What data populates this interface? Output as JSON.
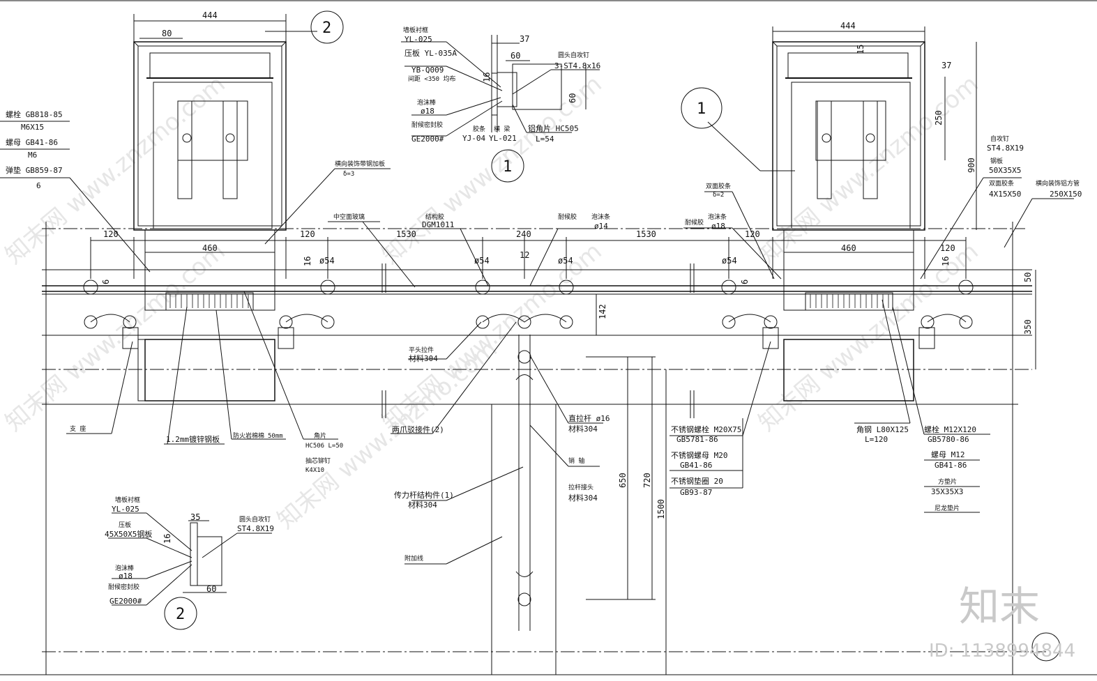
{
  "watermark": {
    "brand_cn": "知末",
    "id_text": "ID: 1138994844",
    "diag_text": "知末网 www.znzmo.com"
  },
  "dims": {
    "top_444_left": "444",
    "top_80": "80",
    "top_444_right": "444",
    "left_120": "120",
    "left_460": "460",
    "left_120b": "120",
    "mid_1530a": "1530",
    "mid_240": "240",
    "mid_1530b": "1530",
    "right_120": "120",
    "right_460": "460",
    "right_120b": "120",
    "d16a": "16",
    "phi54a": "ø54",
    "phi54b": "ø54",
    "d12": "12",
    "phi54c": "ø54",
    "phi54d": "ø54",
    "d16b": "16",
    "d6a": "6",
    "d6b": "6",
    "d142": "142",
    "d50": "50",
    "d350": "350",
    "d900": "900",
    "d250": "250",
    "d37r": "37",
    "d15": "15",
    "d650": "650",
    "d720": "720",
    "d1500": "1500",
    "d1_37": "37",
    "d1_60": "60",
    "d1_60v": "60",
    "d1_16": "16",
    "d2_35": "35",
    "d2_16": "16",
    "d2_60": "60"
  },
  "bubbles": {
    "top_left_2": "2",
    "right_1": "1",
    "detail_1": "1",
    "detail_2": "2"
  },
  "labels": {
    "bolt_gb818": "螺栓 GB818-85",
    "m6x15": "M6X15",
    "nut_gb41": "螺母 GB41-86",
    "m6": "M6",
    "washer_gb859": "弹垫 GB859-87",
    "w6": "6",
    "plate_left": "横向装饰带钢加板",
    "d3": "δ=3",
    "glass_mid": "中空面玻璃",
    "struct_sealant": "结构胶",
    "dgm": "DGM1011",
    "weather_seal": "耐候胶",
    "foam": "泡沫条",
    "phi14": "ø14",
    "dbl_tape_r": "双面胶条",
    "d2": "δ=2",
    "weather_r": "耐候胶",
    "foam_r": "泡沫条",
    "phi18_r": "ø18",
    "self_screw": "自攻钉",
    "st48x19": "ST4.8X19",
    "steel_plate": "钢板",
    "p50x35x5": "50X35X5",
    "dbl_tape_r2": "双面胶条",
    "t4x15x50": "4X15X50",
    "deco_tube": "横向装饰铝方管",
    "tube250": "250X150",
    "flat_head": "平头拉件",
    "mat304a": "材料304",
    "support": "支  座",
    "steel_12": "1.2mm镀锌钢板",
    "rock_wool": "防火岩棉棉",
    "rock_50": "50mm",
    "alu_c": "角片",
    "hc506": "HC506 L=50",
    "pull_rivet": "抽芯铆钉",
    "k4x10": "K4X10",
    "two_claw": "两爪驳接件(2)",
    "rod_phi16": "直拉杆 ø16",
    "mat304b": "材料304",
    "axis": "销  轴",
    "tension_joint": "拉杆接头",
    "mat304c": "材料304",
    "struct_pipe": "传力杆结构件(1)",
    "mat304d": "材料304",
    "attach_line": "附加线",
    "ss_bolt": "不锈钢螺栓  M20X75",
    "gb5781": "GB5781-86",
    "ss_nut": "不锈钢螺母  M20",
    "gb41b": "GB41-86",
    "ss_washer": "不锈钢垫圈  20",
    "gb93": "GB93-87",
    "angle": "角钢  L80X125",
    "l120": "L=120",
    "bolt_m12": "螺栓  M12X120",
    "gb5780": "GB5780-86",
    "nut_m12": "螺母  M12",
    "gb41c": "GB41-86",
    "sq_washer": "方垫片",
    "sq35": "35X35X3",
    "tail_washer": "尼龙垫片",
    "d1_frame": "墙板衬框",
    "d1_yl025": "YL-025",
    "d1_press": "压板 YL-035A",
    "d1_yb": "YB-Q009",
    "d1_spacing": "间距 <350 均布",
    "d1_foam": "泡沫棒",
    "d1_phi18": "ø18",
    "d1_sealant": "耐候密封胶",
    "d1_ge": "GE2000#",
    "d1_screw": "圆头自攻钉",
    "d1_st": "3-ST4.8x16",
    "d1_strip": "胶条",
    "d1_yj": "YJ-04",
    "d1_profile": "横   梁",
    "d1_yl021": "YL-021",
    "d1_alu": "铝角片  HC505",
    "d1_l54": "L=54",
    "d2_frame": "墙板衬框",
    "d2_yl025": "YL-025",
    "d2_press": "压板",
    "d2_plate": "45X50X5钢板",
    "d2_screw": "圆头自攻钉",
    "d2_st": "ST4.8X19",
    "d2_foam": "泡沫棒",
    "d2_phi18": "ø18",
    "d2_sealant": "耐候密封胶",
    "d2_ge": "GE2000#"
  },
  "colors": {
    "line": "#111111",
    "watermark": "#c9c9c9",
    "watermark_diag": "#e6e6e6"
  }
}
